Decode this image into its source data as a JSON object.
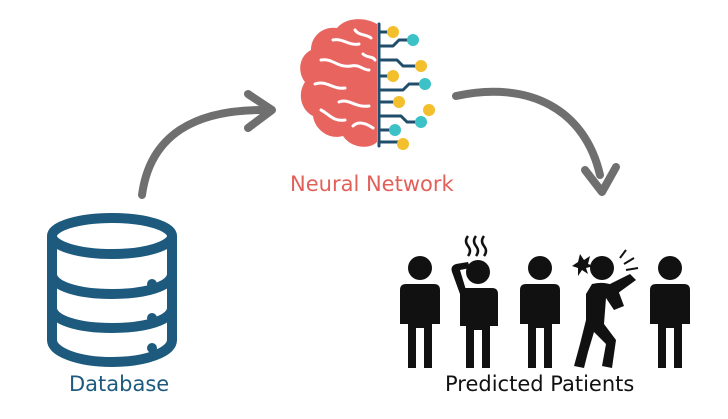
{
  "labels": {
    "neural_network": "Neural Network",
    "database": "Database",
    "predicted_patients": "Predicted Patients"
  },
  "colors": {
    "brain": "#e8645f",
    "brain_lines": "#ffffff",
    "circuit_line": "#1f4d6b",
    "node_yellow": "#f3bf2c",
    "node_teal": "#3cc2c6",
    "database": "#1d5a7e",
    "arrow": "#6f6f6f",
    "person": "#111111",
    "neural_label": "#e2605a",
    "database_label": "#1d5a7e",
    "patients_label": "#111111"
  },
  "icons": {
    "brain": "brain-circuit-icon",
    "database": "database-icon",
    "arrow": "curved-arrow-icon",
    "person": "person-icon",
    "sick_person": "sick-person-icon",
    "coughing_person": "coughing-person-icon"
  }
}
